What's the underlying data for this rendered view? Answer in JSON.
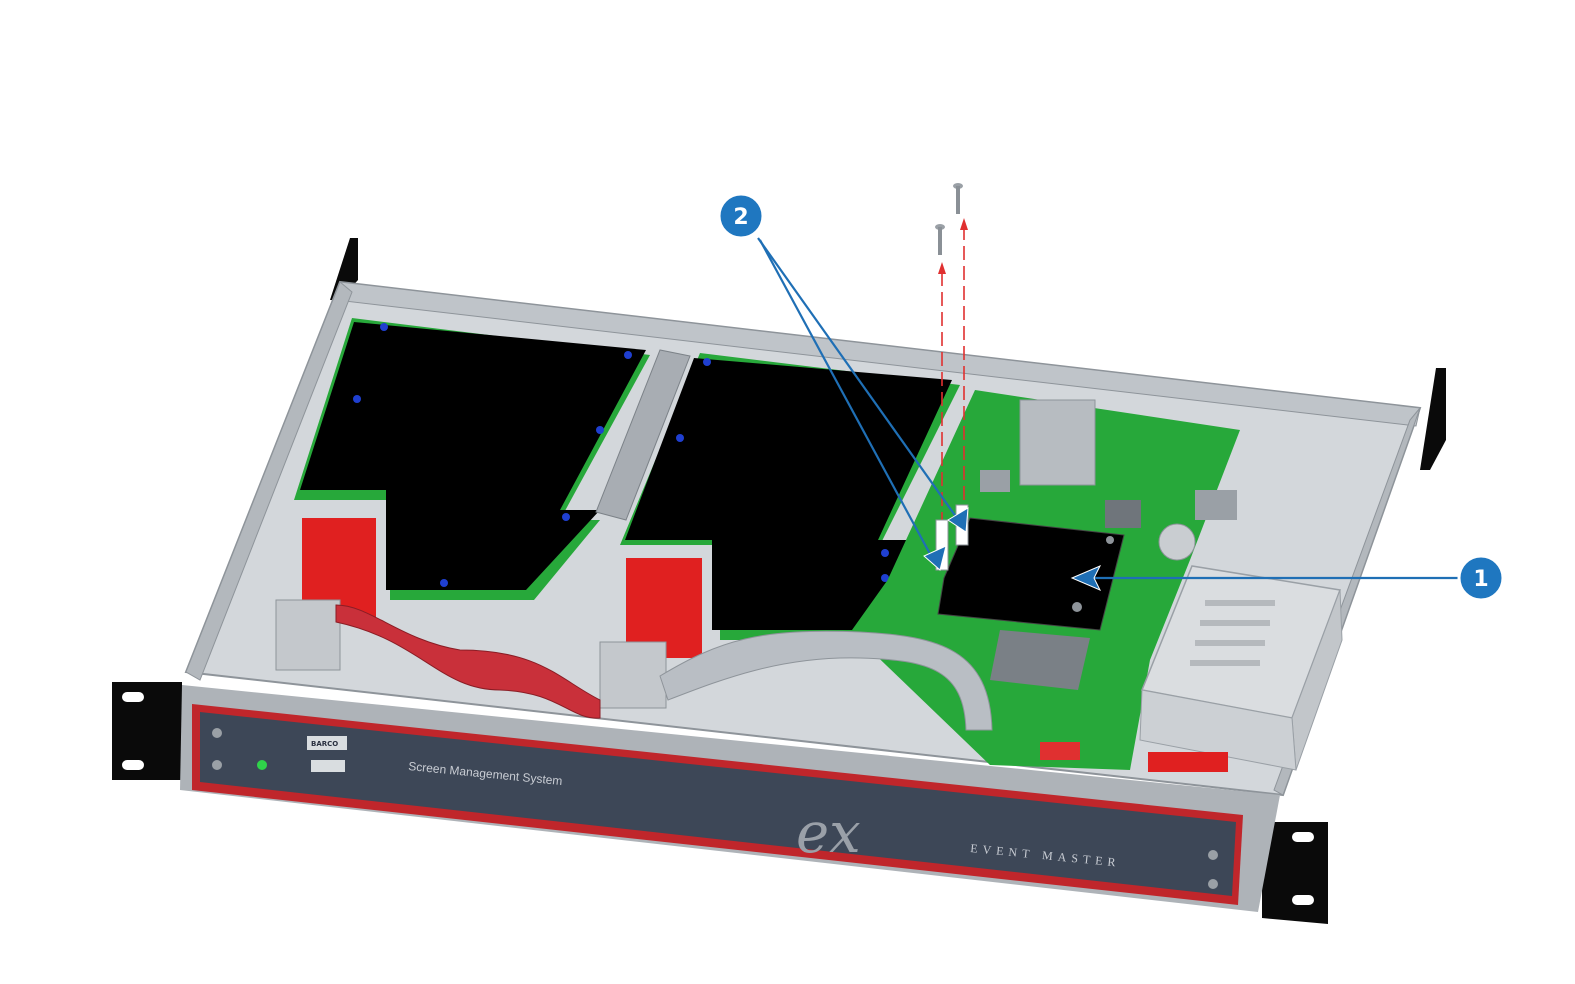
{
  "callouts": [
    {
      "id": "1",
      "label": "1",
      "target": "interface-module"
    },
    {
      "id": "2",
      "label": "2",
      "target": "mounting-screws"
    }
  ],
  "front_panel": {
    "system_label": "Screen Management System",
    "brand_label": "EVENT MASTER",
    "logo_mark": "ex",
    "maker_badge": "BARCO"
  },
  "colors": {
    "callout_fill": "#1f77c0",
    "callout_stroke": "#ffffff",
    "pointer_line": "#1f6fb5",
    "removal_arrow": "#e03030",
    "front_panel_fill": "#3d4757",
    "front_panel_trim": "#c0262b",
    "chassis": "#c4c9ce",
    "pcb": "#27a83a",
    "board_cover": "#000000",
    "connectors": "#e02020",
    "ribbon_cable_red": "#c9303a",
    "ribbon_cable_grey": "#b9bec4"
  }
}
